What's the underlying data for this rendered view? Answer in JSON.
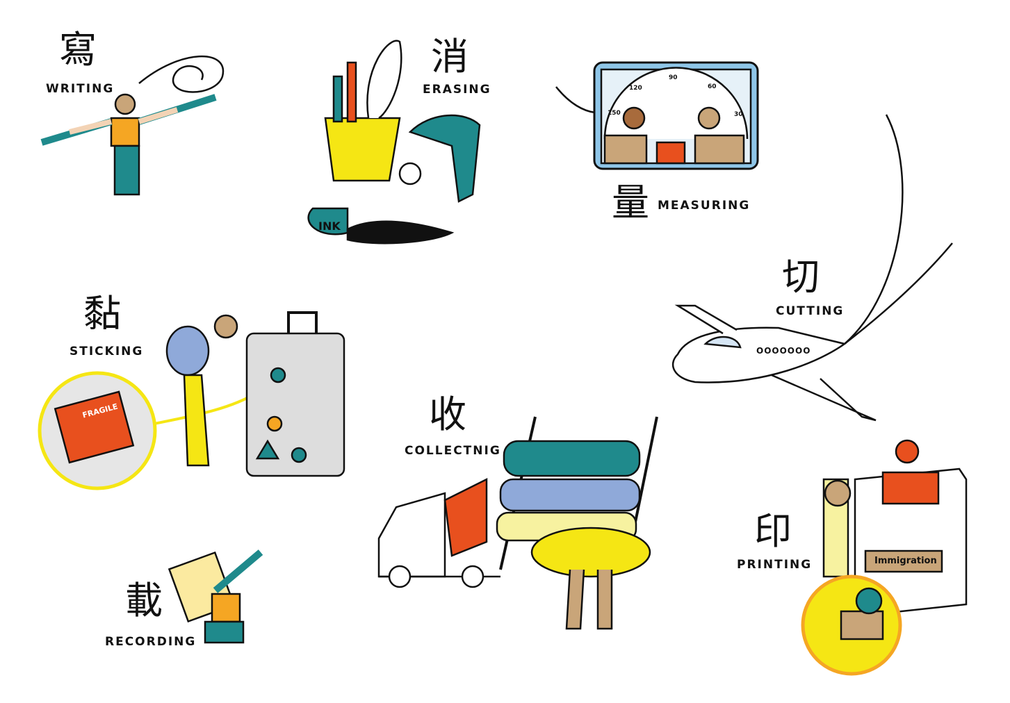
{
  "sections": [
    {
      "kanji": "寫",
      "label": "WRITING"
    },
    {
      "kanji": "消",
      "label": "ERASING"
    },
    {
      "kanji": "量",
      "label": "MEASURING"
    },
    {
      "kanji": "切",
      "label": "CUTTING"
    },
    {
      "kanji": "黏",
      "label": "STICKING"
    },
    {
      "kanji": "收",
      "label": "COLLECTNIG"
    },
    {
      "kanji": "印",
      "label": "PRINTING"
    },
    {
      "kanji": "載",
      "label": "RECORDING"
    }
  ],
  "details": {
    "ink_bottle": "INK",
    "fragile_sticker": "FRAGILE",
    "immigration_sign": "Immigration",
    "protractor_marks": [
      "150",
      "120",
      "90",
      "60",
      "30"
    ],
    "plane_windows": "OOOOOOO"
  },
  "colors": {
    "orange": "#e8501e",
    "teal": "#1f8a8c",
    "yellow": "#f5e614",
    "tan": "#c9a579",
    "blue": "#8fa9d9"
  }
}
